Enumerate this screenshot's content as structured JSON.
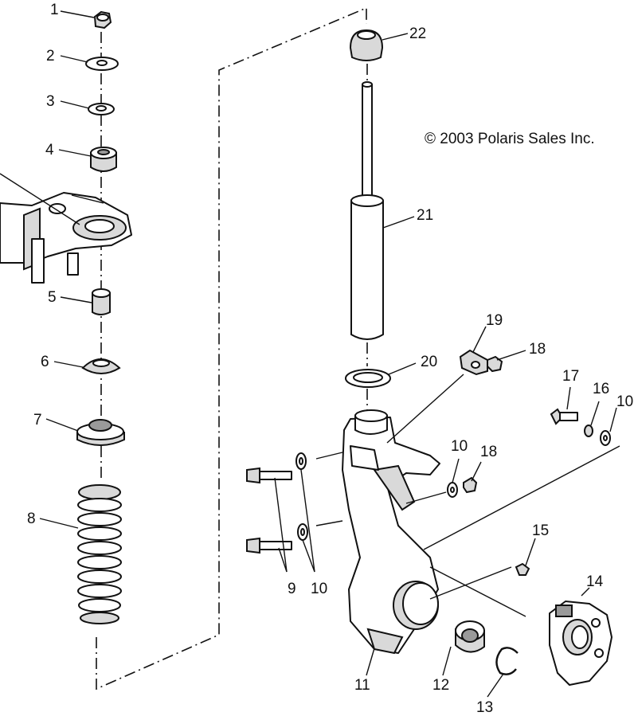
{
  "copyright": "© 2003 Polaris Sales Inc.",
  "callouts": {
    "c1": "1",
    "c2": "2",
    "c3": "3",
    "c4": "4",
    "c5": "5",
    "c6": "6",
    "c7": "7",
    "c8": "8",
    "c9": "9",
    "c10a": "10",
    "c10b": "10",
    "c10c": "10",
    "c11": "11",
    "c12": "12",
    "c13": "13",
    "c14": "14",
    "c15": "15",
    "c16": "16",
    "c17": "17",
    "c18a": "18",
    "c18b": "18",
    "c19": "19",
    "c20": "20",
    "c21": "21",
    "c22": "22"
  },
  "parts": [
    {
      "number": "1",
      "icon": "nut-icon"
    },
    {
      "number": "2",
      "icon": "washer-icon"
    },
    {
      "number": "3",
      "icon": "washer-icon"
    },
    {
      "number": "4",
      "icon": "bushing-icon"
    },
    {
      "number": "5",
      "icon": "bushing-icon"
    },
    {
      "number": "6",
      "icon": "spring-seat-icon"
    },
    {
      "number": "7",
      "icon": "spring-seat-icon"
    },
    {
      "number": "8",
      "icon": "coil-spring-icon"
    },
    {
      "number": "9",
      "icon": "bolt-icon"
    },
    {
      "number": "10",
      "icon": "washer-icon"
    },
    {
      "number": "11",
      "icon": "spindle-icon"
    },
    {
      "number": "12",
      "icon": "bearing-icon"
    },
    {
      "number": "13",
      "icon": "retaining-ring-icon"
    },
    {
      "number": "14",
      "icon": "brake-caliper-icon"
    },
    {
      "number": "15",
      "icon": "bleeder-valve-icon"
    },
    {
      "number": "16",
      "icon": "lock-washer-icon"
    },
    {
      "number": "17",
      "icon": "bolt-icon"
    },
    {
      "number": "18",
      "icon": "nut-icon"
    },
    {
      "number": "19",
      "icon": "bracket-icon"
    },
    {
      "number": "20",
      "icon": "washer-icon"
    },
    {
      "number": "21",
      "icon": "strut-cartridge-icon"
    },
    {
      "number": "22",
      "icon": "jounce-bumper-icon"
    }
  ]
}
